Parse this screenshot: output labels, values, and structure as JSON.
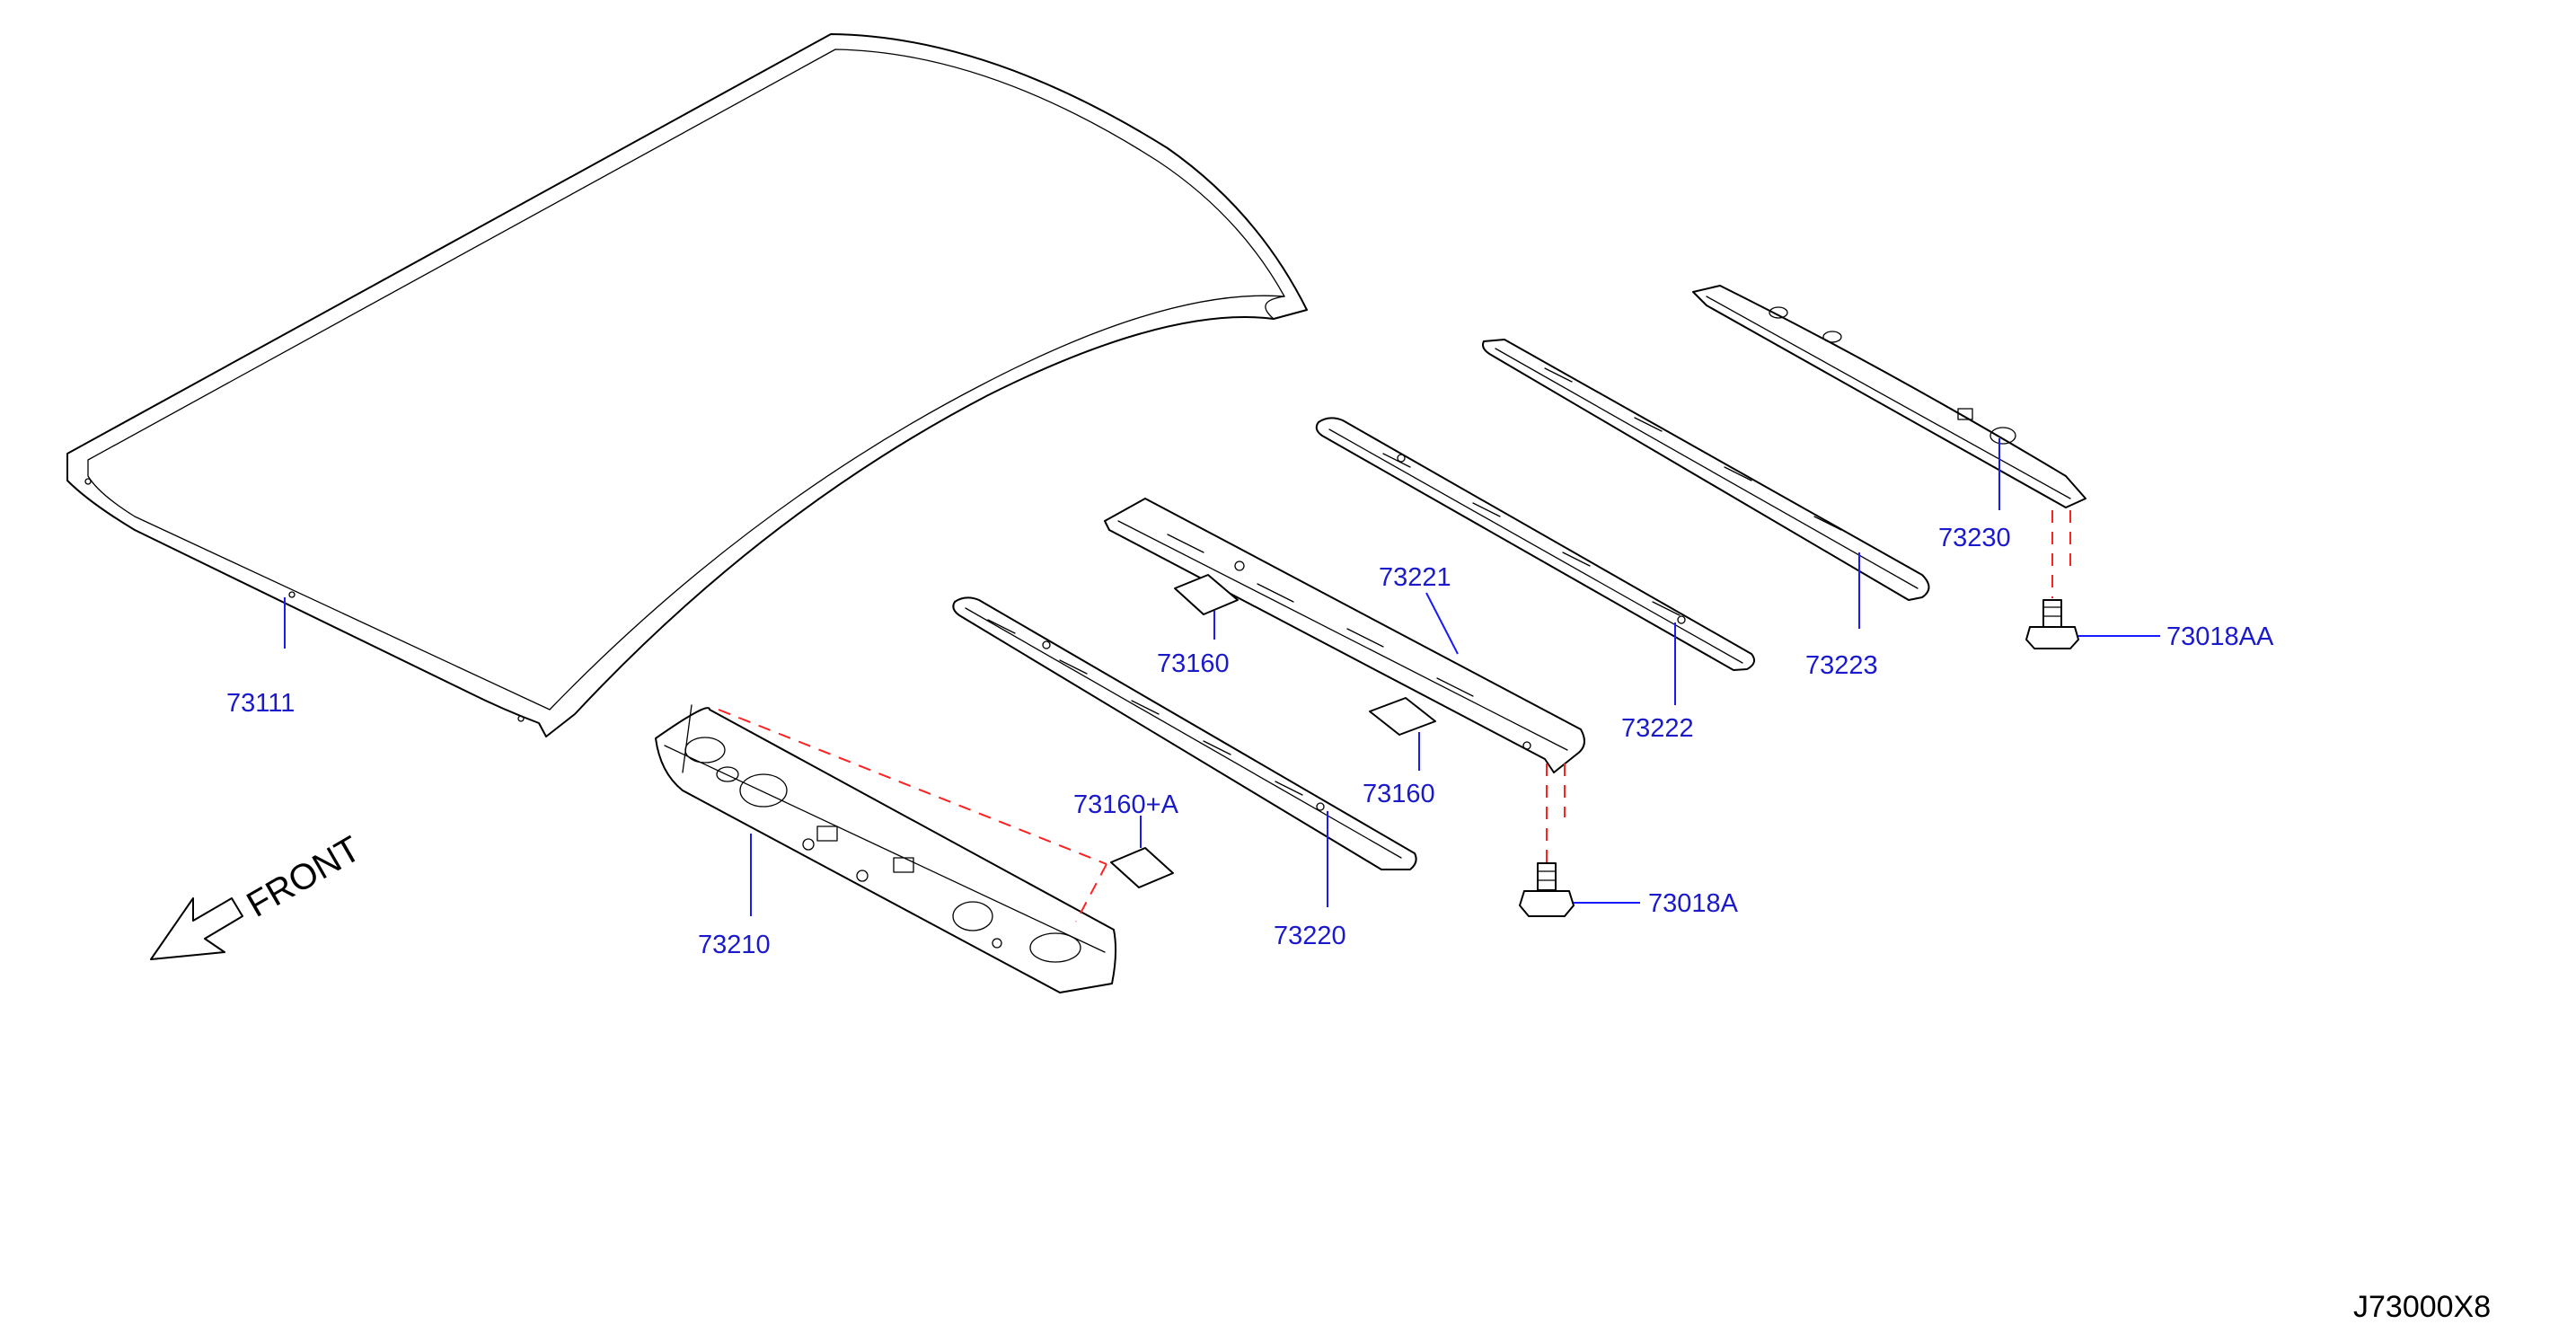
{
  "diagram": {
    "callouts": [
      {
        "id": "roof-panel",
        "label": "73111"
      },
      {
        "id": "front-rail",
        "label": "73210"
      },
      {
        "id": "bow-1",
        "label": "73220"
      },
      {
        "id": "bow-2",
        "label": "73221"
      },
      {
        "id": "bow-3",
        "label": "73222"
      },
      {
        "id": "bow-4",
        "label": "73223"
      },
      {
        "id": "rear-rail",
        "label": "73230"
      },
      {
        "id": "pad-a",
        "label": "73160"
      },
      {
        "id": "pad-b",
        "label": "73160"
      },
      {
        "id": "pad-c",
        "label": "73160+A"
      },
      {
        "id": "bolt-a",
        "label": "73018A"
      },
      {
        "id": "bolt-aa",
        "label": "73018AA"
      }
    ],
    "front_label": "FRONT",
    "diagram_code": "J73000X8"
  }
}
